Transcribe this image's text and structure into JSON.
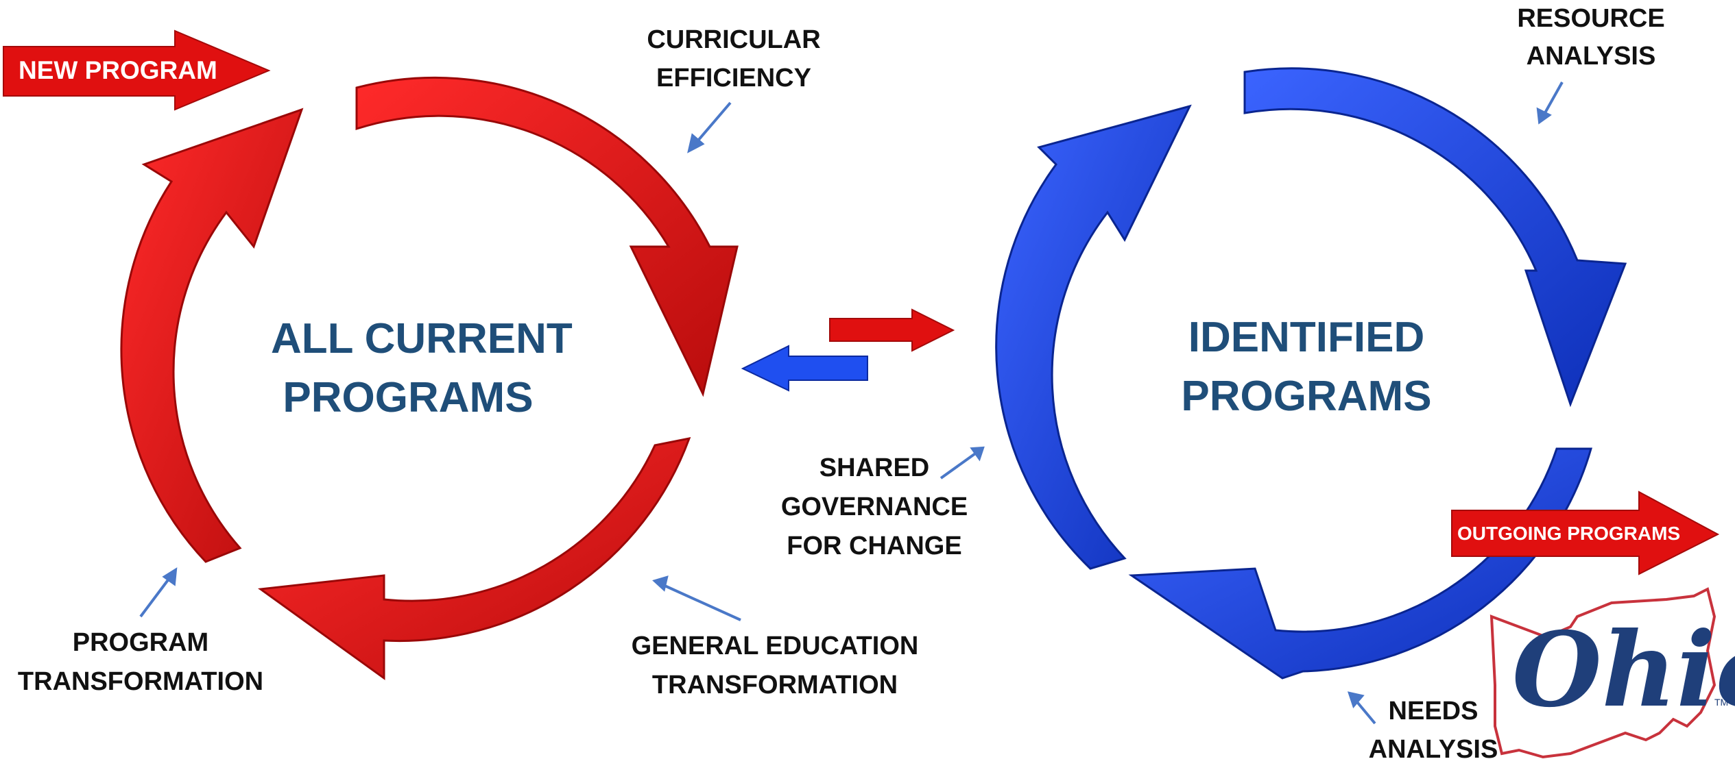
{
  "colors": {
    "red": "#e01010",
    "red_dark": "#a40a0a",
    "blue": "#1f4ff0",
    "blue_dark": "#0c2aa0",
    "title_text": "#1f4e79",
    "pointer": "#4a78c8",
    "ohio_red": "#c8323c",
    "ohio_blue": "#1f3f7a"
  },
  "left_cycle": {
    "center_title": [
      "ALL CURRENT",
      "PROGRAMS"
    ],
    "entry_arrow_label": "NEW PROGRAM",
    "labels": {
      "curricular": [
        "CURRICULAR",
        "EFFICIENCY"
      ],
      "program_transformation": [
        "PROGRAM",
        "TRANSFORMATION"
      ],
      "general_education": [
        "GENERAL EDUCATION",
        "TRANSFORMATION"
      ]
    }
  },
  "right_cycle": {
    "center_title": [
      "IDENTIFIED",
      "PROGRAMS"
    ],
    "exit_arrow_label": "OUTGOING PROGRAMS",
    "labels": {
      "resource": [
        "RESOURCE",
        "ANALYSIS"
      ],
      "needs": [
        "NEEDS",
        "ANALYSIS"
      ]
    }
  },
  "shared_governance": [
    "SHARED",
    "GOVERNANCE",
    "FOR CHANGE"
  ],
  "logo": {
    "text": "Ohio",
    "trademark": "TM"
  }
}
